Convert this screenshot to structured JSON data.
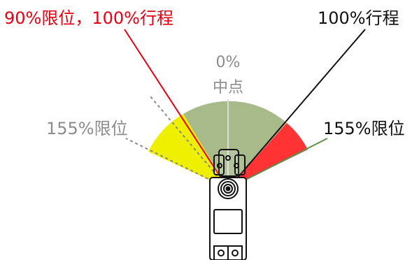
{
  "labels": {
    "limit_90_travel_100": "90%限位，100%行程",
    "travel_100": "100%行程",
    "center_percent": "0%",
    "center_text": "中点",
    "limit_155_left": "155%限位",
    "limit_155_right": "155%限位"
  },
  "colors": {
    "red_label": "#e60012",
    "gray_label": "#8c8c8c",
    "black_label": "#111111",
    "center_sector": "#a8b98a",
    "left_sector": "#eef000",
    "right_sector": "#ff3333",
    "servo_outline": "#111111"
  }
}
